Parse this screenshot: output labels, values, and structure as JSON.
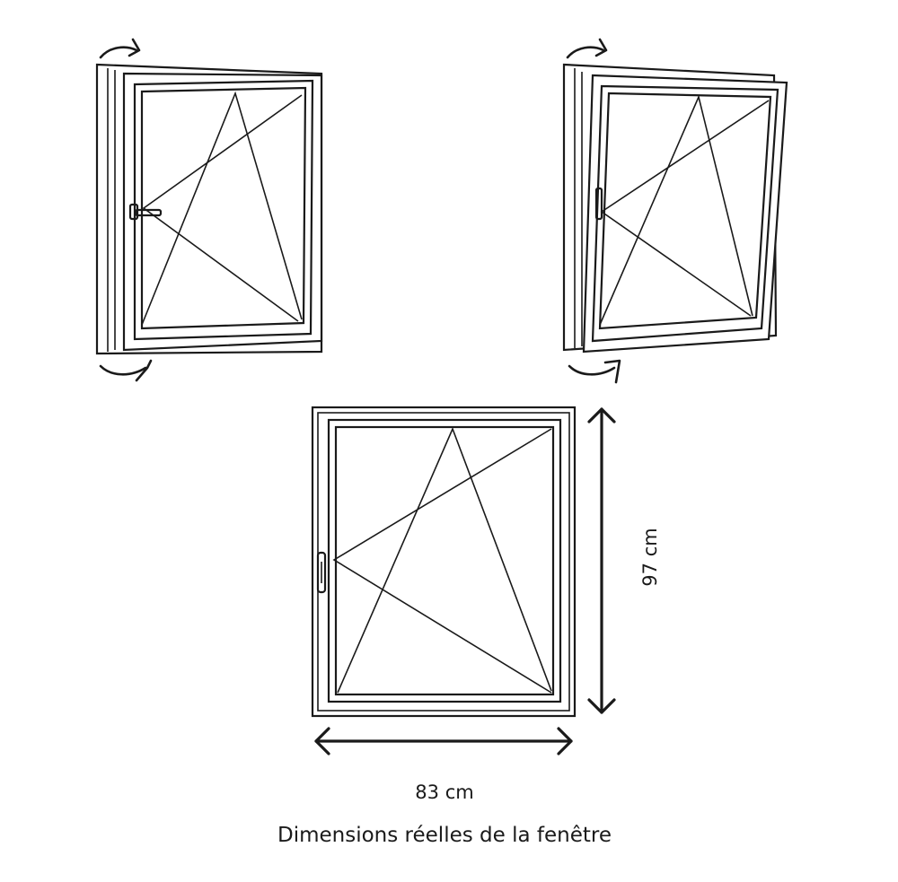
{
  "dimensions": {
    "width_label": "83 cm",
    "height_label": "97 cm"
  },
  "caption": "Dimensions réelles de la fenêtre",
  "colors": {
    "line": "#1a1a1a",
    "background": "#ffffff"
  },
  "icons": {
    "casement_open": "window-casement-open-icon",
    "tilt_open": "window-tilt-open-icon",
    "front_view": "window-front-view-icon",
    "rotation_arrow": "curved-arrow-icon",
    "dimension_arrow": "double-arrow-icon"
  }
}
